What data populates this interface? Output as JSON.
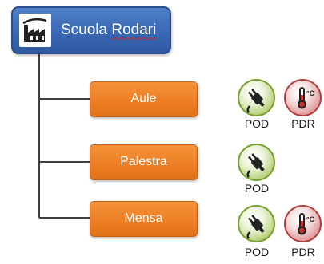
{
  "root": {
    "label_main": "Scuola ",
    "label_flagged": "Rodari",
    "icon": "factory-icon"
  },
  "children": [
    {
      "label": "Aule",
      "meters": [
        {
          "label": "POD",
          "icon": "plug-icon"
        },
        {
          "label": "PDR",
          "icon": "thermometer-icon"
        }
      ]
    },
    {
      "label": "Palestra",
      "meters": [
        {
          "label": "POD",
          "icon": "plug-icon"
        }
      ]
    },
    {
      "label": "Mensa",
      "meters": [
        {
          "label": "POD",
          "icon": "plug-icon"
        },
        {
          "label": "PDR",
          "icon": "thermometer-icon"
        }
      ]
    }
  ],
  "colors": {
    "root": "#3a68b4",
    "child": "#ec7d22",
    "pod": "#86ad3c",
    "pdr": "#c24a4a",
    "connector": "#404040"
  }
}
